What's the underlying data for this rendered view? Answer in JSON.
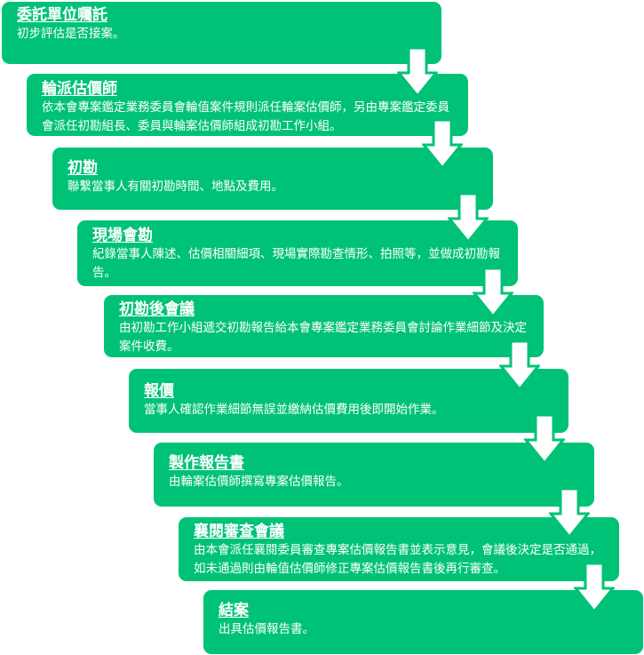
{
  "steps": [
    {
      "title": "委託單位囑託",
      "desc": "初步評估是否接案。"
    },
    {
      "title": "輪派估價師",
      "desc": "依本會專案鑑定業務委員會輪值案件規則派任輪案估價師，另由專案鑑定委員會派任初勘組長、委員與輪案估價師組成初勘工作小組。"
    },
    {
      "title": "初勘",
      "desc": "聯繫當事人有關初勘時間、地點及費用。"
    },
    {
      "title": "現場會勘",
      "desc": "紀錄當事人陳述、估價相關細項、現場實際勘查情形、拍照等，並做成初勘報告。"
    },
    {
      "title": "初勘後會議",
      "desc": "由初勘工作小組遞交初勘報告給本會專案鑑定業務委員會討論作業細節及決定案件收費。"
    },
    {
      "title": "報價",
      "desc": "當事人確認作業細節無誤並繳納估價費用後即開始作業。"
    },
    {
      "title": "製作報告書",
      "desc": "由輪案估價師撰寫專案估價報告。"
    },
    {
      "title": "襄閱審查會議",
      "desc": "由本會派任襄閱委員審查專案估價報告書並表示意見，會議後決定是否通過，如未通過則由輪值估價師修正專案估價報告書後再行審查。"
    },
    {
      "title": "結案",
      "desc": "出具估價報告書。"
    }
  ],
  "colors": {
    "box_fill": "#00c277",
    "text": "#ffffff",
    "arrow_fill": "#ffffff",
    "arrow_stroke": "#00c277"
  }
}
